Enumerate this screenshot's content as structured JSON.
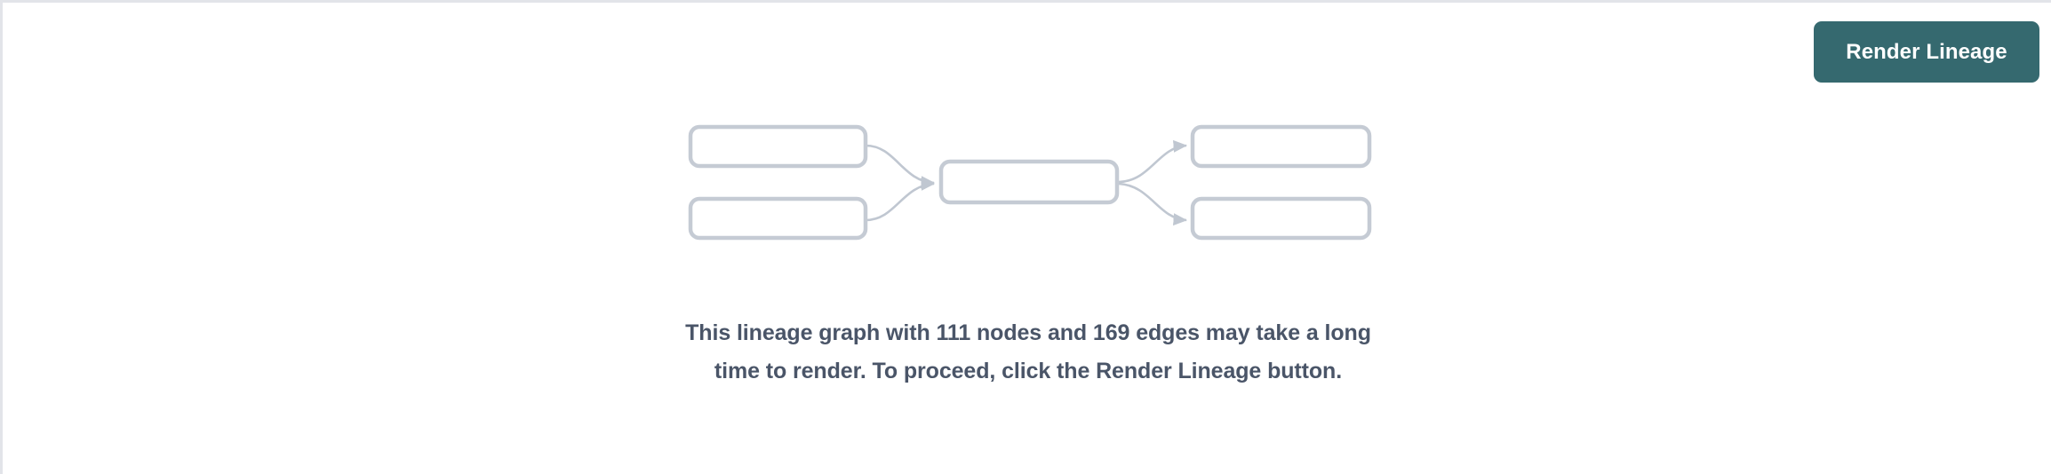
{
  "page": {
    "background_color": "#ffffff",
    "border_color": "#e2e4e9"
  },
  "toolbar": {
    "render_lineage_label": "Render Lineage",
    "accent_color": "#35696f",
    "accent_text_color": "#ffffff"
  },
  "message": {
    "text": "This lineage graph with 111 nodes and 169 edges may take a long time to render. To proceed, click the Render Lineage button.",
    "node_count": "111",
    "edge_count": "169",
    "text_color": "#4a5568"
  },
  "graph_placeholder": {
    "node_stroke_color": "#c5cbd4",
    "edge_stroke_color": "#c5cbd4",
    "node_fill_color": "#ffffff",
    "nodes": [
      {
        "id": "source-a",
        "column": "left",
        "row": "top",
        "label": ""
      },
      {
        "id": "source-b",
        "column": "left",
        "row": "bottom",
        "label": ""
      },
      {
        "id": "center",
        "column": "center",
        "row": "middle",
        "label": ""
      },
      {
        "id": "target-a",
        "column": "right",
        "row": "top",
        "label": ""
      },
      {
        "id": "target-b",
        "column": "right",
        "row": "bottom",
        "label": ""
      }
    ],
    "edges": [
      {
        "from": "source-a",
        "to": "center"
      },
      {
        "from": "source-b",
        "to": "center"
      },
      {
        "from": "center",
        "to": "target-a"
      },
      {
        "from": "center",
        "to": "target-b"
      }
    ]
  }
}
